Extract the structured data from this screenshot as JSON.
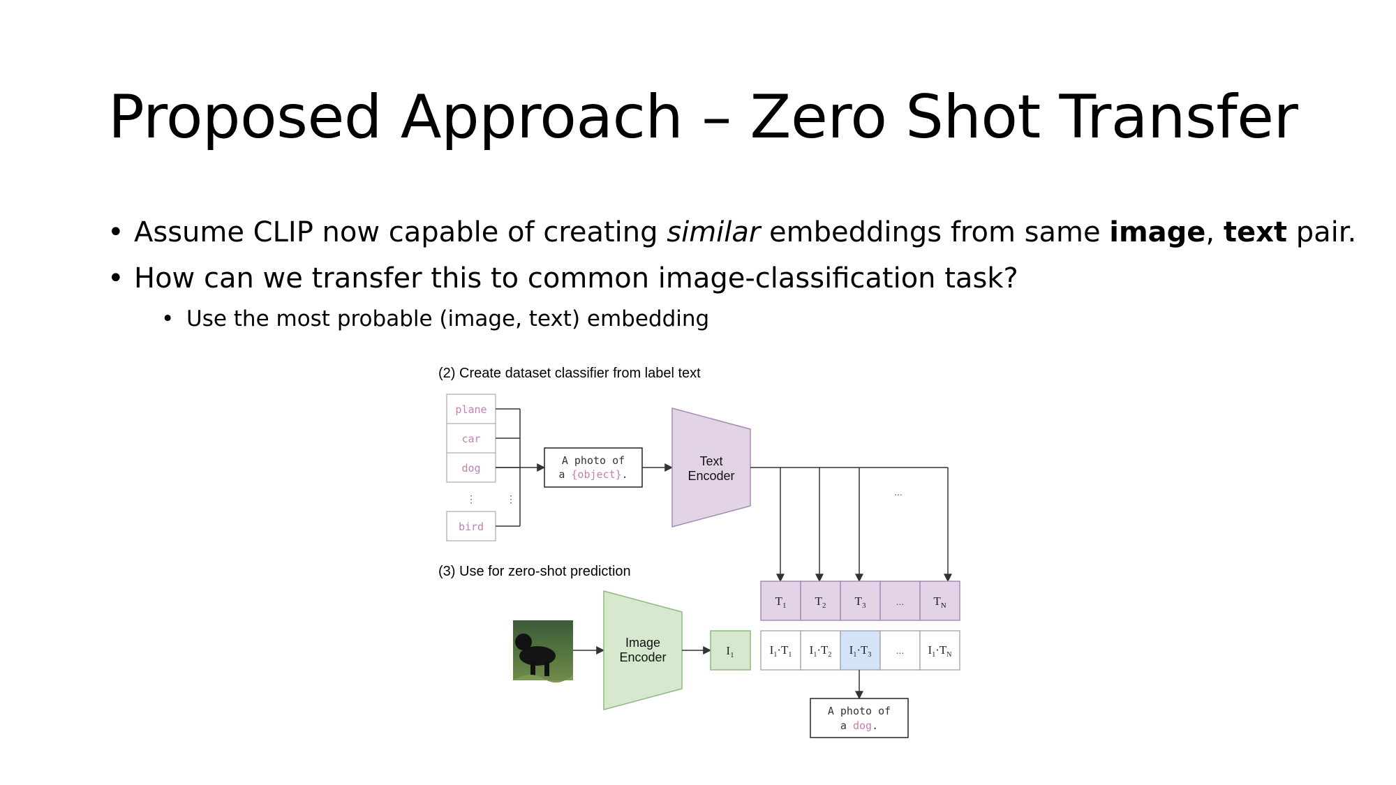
{
  "slide": {
    "title": "Proposed Approach – Zero Shot Transfer",
    "bullet1": {
      "part1": "Assume CLIP now capable of creating ",
      "italic": "similar",
      "part2": " embeddings from same ",
      "bold1": "image",
      "comma": ", ",
      "bold2": "text",
      "part3": " pair."
    },
    "bullet2": "How can we transfer this to common image-classification task?",
    "sub_bullet": "Use the most probable (image, text) embedding"
  },
  "diagram": {
    "step2_title": "(2) Create dataset classifier from label text",
    "labels": [
      "plane",
      "car",
      "dog",
      "bird"
    ],
    "label_ellipsis": "⋮",
    "template_line1": "A photo of",
    "template_line2_prefix": "a ",
    "template_placeholder": "{object}",
    "template_line2_suffix": ".",
    "text_encoder_line1": "Text",
    "text_encoder_line2": "Encoder",
    "branch_ellipsis": "...",
    "step3_title": "(3) Use for zero-shot prediction",
    "image_encoder_line1": "Image",
    "image_encoder_line2": "Encoder",
    "image_embedding": "I",
    "image_embedding_sub": "1",
    "text_embeddings": [
      {
        "base": "T",
        "sub": "1"
      },
      {
        "base": "T",
        "sub": "2"
      },
      {
        "base": "T",
        "sub": "3"
      },
      {
        "base": "...",
        "sub": ""
      },
      {
        "base": "T",
        "sub": "N"
      }
    ],
    "dot_products": [
      {
        "a": "I",
        "asub": "1",
        "b": "T",
        "bsub": "1"
      },
      {
        "a": "I",
        "asub": "1",
        "b": "T",
        "bsub": "2"
      },
      {
        "a": "I",
        "asub": "1",
        "b": "T",
        "bsub": "3"
      },
      {
        "a": "...",
        "asub": "",
        "b": "",
        "bsub": ""
      },
      {
        "a": "I",
        "asub": "1",
        "b": "T",
        "bsub": "N"
      }
    ],
    "highlight_index": 2,
    "result_line1": "A photo of",
    "result_line2_prefix": "a ",
    "result_word": "dog",
    "result_line2_suffix": ".",
    "colors": {
      "text_encoder_fill": "#e2d3e7",
      "text_encoder_stroke": "#a58cb5",
      "image_encoder_fill": "#d6e9cf",
      "image_encoder_stroke": "#8fba80",
      "highlight_fill": "#d3e3f8",
      "label_text": "#c080b0"
    }
  }
}
